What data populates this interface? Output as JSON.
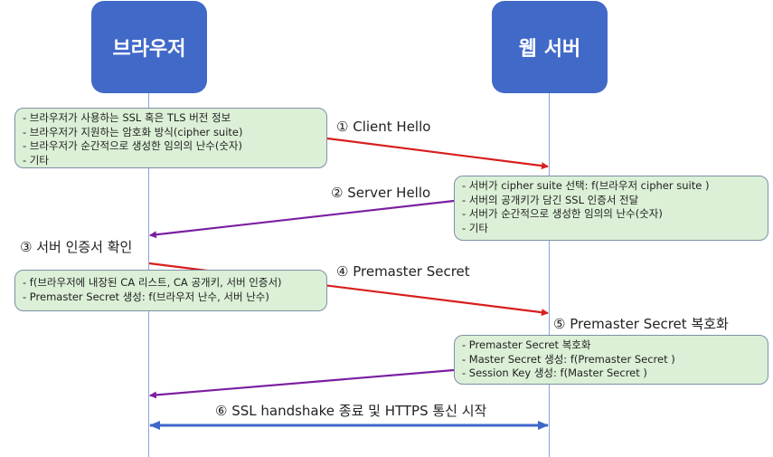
{
  "actors": {
    "browser": "브라우저",
    "server": "웹 서버"
  },
  "steps": [
    {
      "label": "① Client Hello",
      "direction": "browser-to-server",
      "color": "#d81e1e"
    },
    {
      "label": "② Server Hello",
      "direction": "server-to-browser",
      "color": "#7a1fa2"
    },
    {
      "label": "③ 서버 인증서 확인",
      "direction": "local-browser"
    },
    {
      "label": "④ Premaster Secret",
      "direction": "browser-to-server",
      "color": "#d81e1e"
    },
    {
      "label": "⑤ Premaster Secret 복호화",
      "direction": "local-server"
    },
    {
      "label": "⑥ SSL handshake 종료 및 HTTPS 통신 시작",
      "direction": "bidirectional",
      "color": "#3d67c9"
    }
  ],
  "notes": {
    "client_hello": [
      "-  브라우저가 사용하는 SSL 혹은 TLS 버전 정보",
      "-  브라우저가 지원하는 암호화 방식(cipher suite)",
      "- 브라우저가 순간적으로 생성한 임의의 난수(숫자)",
      "- 기타"
    ],
    "server_hello": [
      "- 서버가 cipher suite 선택: f(브라우저 cipher suite )",
      "- 서버의 공개키가 담긴 SSL 인증서 전달",
      "- 서버가 순간적으로 생성한 임의의 난수(숫자)",
      "- 기타"
    ],
    "cert_verify": [
      "- f(브라우저에 내장된 CA 리스트, CA 공개키, 서버 인증서)",
      "- Premaster Secret 생성: f(브라우저 난수, 서버 난수)"
    ],
    "decrypt": [
      "- Premaster Secret 복호화",
      "- Master Secret 생성: f(Premaster Secret )",
      "- Session Key 생성: f(Master Secret )"
    ]
  },
  "colors": {
    "actor_fill": "#4169c8",
    "note_fill": "#dbf0d6",
    "lifeline": "#8aa4d8"
  }
}
